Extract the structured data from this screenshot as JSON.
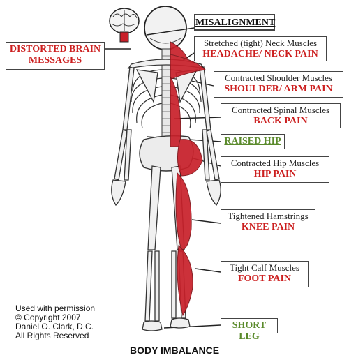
{
  "labels": {
    "misalignment": "MISALIGNMENT",
    "brain": "DISTORTED BRAIN MESSAGES",
    "neck_sub": "Stretched (tight) Neck Muscles",
    "neck_main": "HEADACHE/ NECK PAIN",
    "shoulder_sub": "Contracted Shoulder Muscles",
    "shoulder_main": "SHOULDER/ ARM PAIN",
    "spine_sub": "Contracted Spinal Muscles",
    "spine_main": "BACK PAIN",
    "raised_hip": "RAISED HIP",
    "hip_sub": "Contracted Hip Muscles",
    "hip_main": "HIP PAIN",
    "ham_sub": "Tightened Hamstrings",
    "ham_main": "KNEE PAIN",
    "calf_sub": "Tight Calf Muscles",
    "calf_main": "FOOT PAIN",
    "short_leg": "SHORT LEG"
  },
  "credit": {
    "line1": "Used with permission",
    "line2": "© Copyright 2007",
    "line3": "Daniel O. Clark, D.C.",
    "line4": "All Rights Reserved"
  },
  "title": "BODY IMBALANCE",
  "colors": {
    "muscle": "#c8202a",
    "pain_text": "#cc1f1f",
    "green_text": "#5a8a2b",
    "bone": "#f2f2f2",
    "outline": "#222222"
  }
}
